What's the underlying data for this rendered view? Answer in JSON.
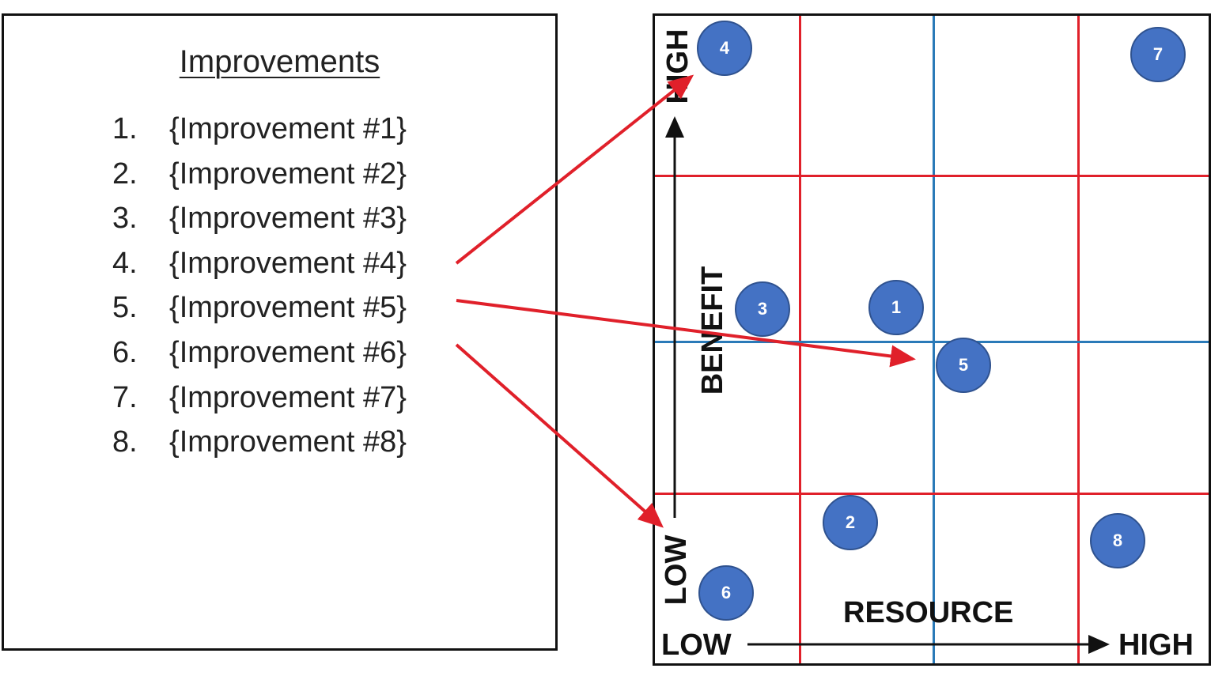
{
  "left_panel": {
    "title": "Improvements",
    "items": [
      {
        "num": "1.",
        "label": "{Improvement #1}"
      },
      {
        "num": "2.",
        "label": "{Improvement #2}"
      },
      {
        "num": "3.",
        "label": "{Improvement #3}"
      },
      {
        "num": "4.",
        "label": "{Improvement #4}"
      },
      {
        "num": "5.",
        "label": "{Improvement #5}"
      },
      {
        "num": "6.",
        "label": "{Improvement #6}"
      },
      {
        "num": "7.",
        "label": "{Improvement #7}"
      },
      {
        "num": "8.",
        "label": "{Improvement #8}"
      }
    ]
  },
  "matrix": {
    "y_axis": {
      "label": "BENEFIT",
      "low": "LOW",
      "high": "HIGH"
    },
    "x_axis": {
      "label": "RESOURCE",
      "low": "LOW",
      "high": "HIGH"
    },
    "bubbles": [
      "1",
      "2",
      "3",
      "4",
      "5",
      "6",
      "7",
      "8"
    ]
  },
  "colors": {
    "grid_red": "#e0202a",
    "grid_blue": "#2a7ab8",
    "bubble_fill": "#4472c4",
    "arrow_red": "#e0202a"
  }
}
